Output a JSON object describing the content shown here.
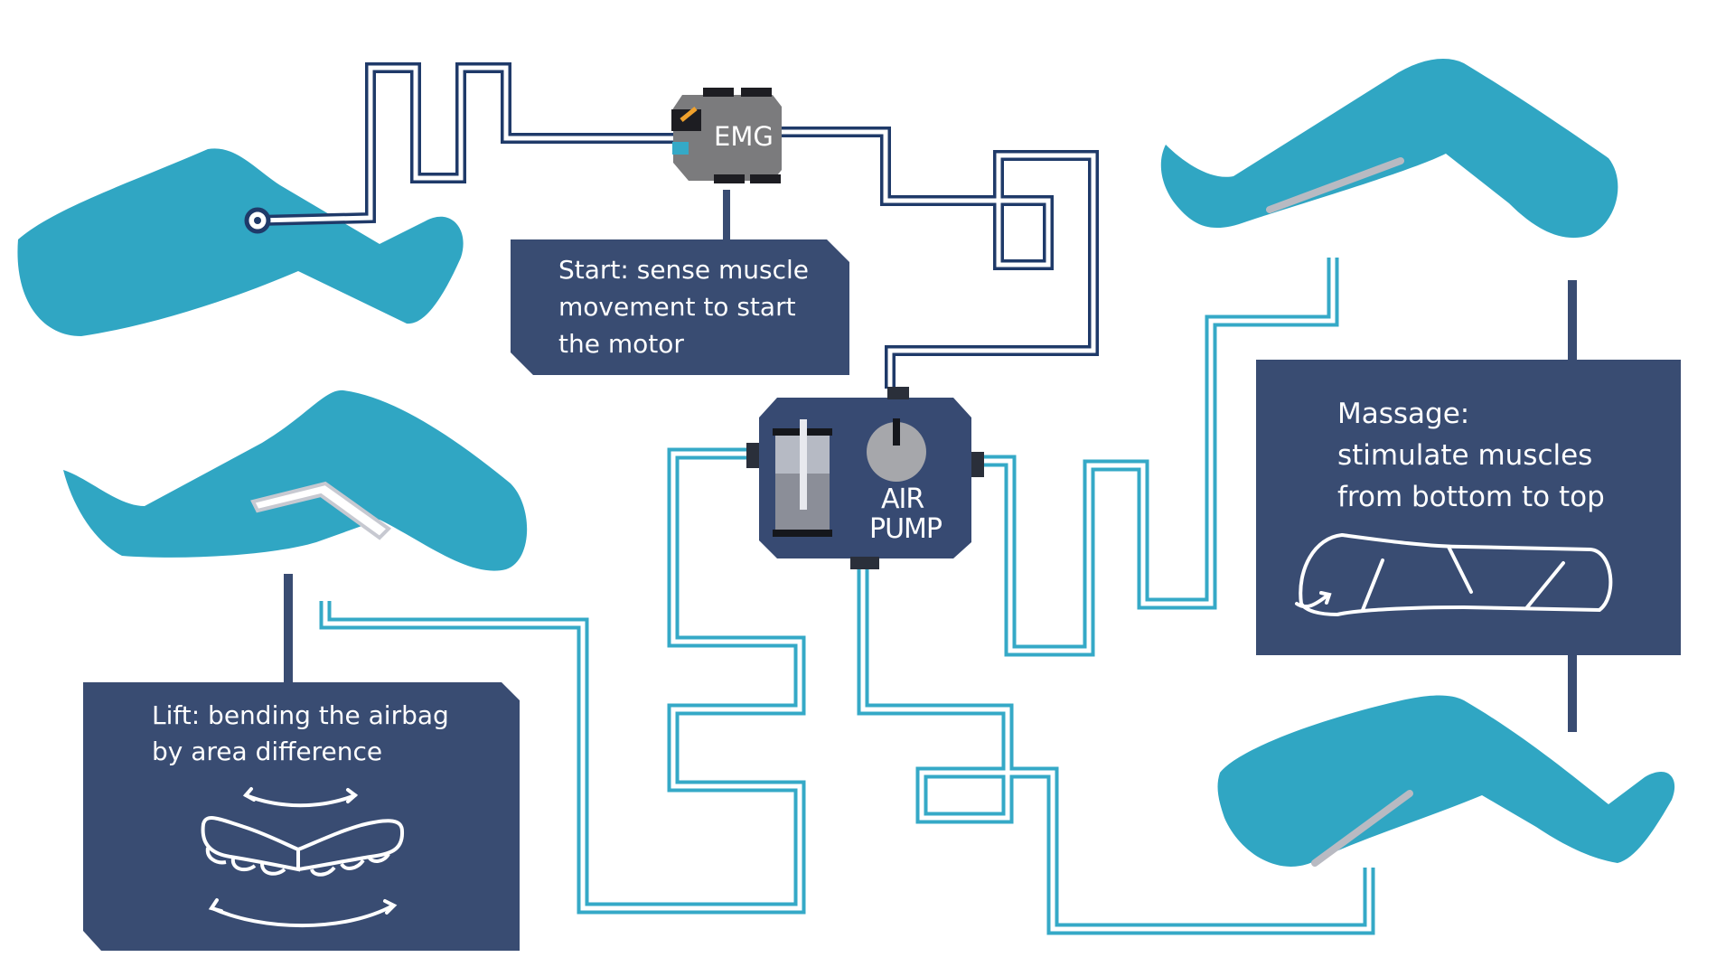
{
  "colors": {
    "background": "#ffffff",
    "leg": "#30a6c3",
    "panel": "#394c72",
    "dark_tube": "#1f3a69",
    "light_tube": "#35a9c7",
    "emg_body": "#7b7b7d",
    "pump_body": "#374a72",
    "airbag": "#c9cbd2"
  },
  "emg": {
    "label": "EMG"
  },
  "pump": {
    "label_line1": "AIR",
    "label_line2": "PUMP"
  },
  "start_panel": {
    "lines": [
      "Start: sense muscle",
      "movement to start",
      "the motor"
    ]
  },
  "massage_panel": {
    "lines": [
      "Massage:",
      "stimulate muscles",
      "from bottom to top"
    ]
  },
  "lift_panel": {
    "lines": [
      "Lift: bending the airbag",
      "by area difference"
    ]
  },
  "icons": [
    "sensor-electrode-icon",
    "emg-device-icon",
    "air-pump-icon",
    "pressure-gauge-icon",
    "piston-icon",
    "leg-sleeve-icon",
    "airbag-icon",
    "curved-arrow-icon"
  ]
}
